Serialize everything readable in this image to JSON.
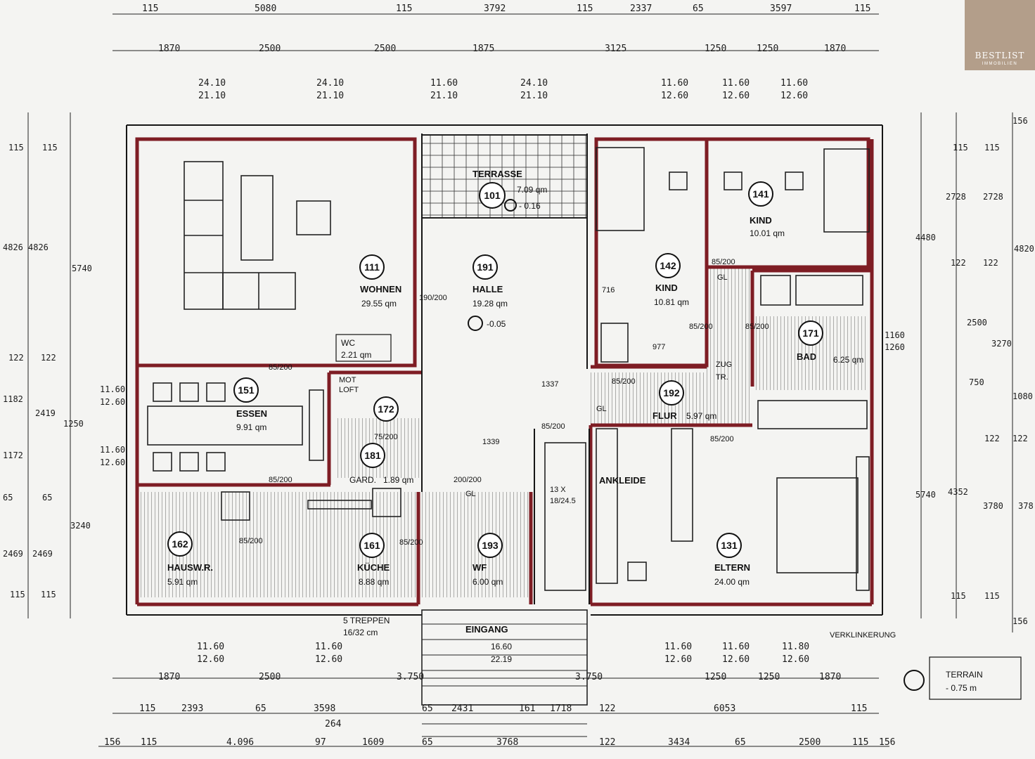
{
  "logo": {
    "name": "BESTLIST",
    "sub": "IMMOBILIEN"
  },
  "rooms": [
    {
      "id": "101",
      "name": "TERRASSE",
      "area": "7.09 qm",
      "level": "- 0.16"
    },
    {
      "id": "111",
      "name": "WOHNEN",
      "area": "29.55 qm"
    },
    {
      "id": "191",
      "name": "HALLE",
      "area": "19.28 qm",
      "level": "-0.05"
    },
    {
      "id": "142",
      "name": "KIND",
      "area": "10.81 qm"
    },
    {
      "id": "141",
      "name": "KIND",
      "area": "10.01 qm"
    },
    {
      "id": "171",
      "name": "BAD",
      "area": "6.25 qm"
    },
    {
      "id": "151",
      "name": "ESSEN",
      "area": "9.91 qm"
    },
    {
      "id": "172",
      "name": "",
      "area": ""
    },
    {
      "id": "181",
      "name": "GARD.",
      "area": "1.89 qm"
    },
    {
      "id": "192",
      "name": "FLUR",
      "area": "5.97 qm"
    },
    {
      "id": "162",
      "name": "HAUSW.R.",
      "area": "5.91 qm"
    },
    {
      "id": "161",
      "name": "KÜCHE",
      "area": "8.88 qm"
    },
    {
      "id": "193",
      "name": "WF",
      "area": "6.00 qm"
    },
    {
      "id": "131",
      "name": "ELTERN",
      "area": "24.00 qm"
    }
  ],
  "labels": {
    "wc": "WC",
    "wc_area": "2.21 qm",
    "ankleide": "ANKLEIDE",
    "zugtr": "ZUG",
    "zugtr2": "TR.",
    "mot": "MOT",
    "loft": "LOFT",
    "treppen": "5 TREPPEN",
    "treppen2": "16/32 cm",
    "eingang": "EINGANG",
    "stairs1": "13 X",
    "stairs2": "18/24.5",
    "verk": "VERKLINKERUNG",
    "terrain": "TERRAIN",
    "terrain_lvl": "- 0.75 m",
    "gl": "GL",
    "d1": "85/200",
    "d2": "190/200",
    "d3": "75/200",
    "d4": "200/200",
    "v977": "977",
    "v716": "716",
    "v1337": "1337",
    "v1339": "1339",
    "v264": "264",
    "e1660": "16.60",
    "e2219": "22.19"
  },
  "dims": {
    "top1": [
      "115",
      "5080",
      "115",
      "3792",
      "115",
      "2337",
      "65",
      "3597",
      "115"
    ],
    "top2": [
      "1870",
      "2500",
      "2500",
      "1875",
      "3125",
      "1250",
      "1250",
      "1870"
    ],
    "top3a": [
      "24.10",
      "24.10",
      "11.60",
      "24.10",
      "11.60",
      "11.60",
      "11.60"
    ],
    "top3b": [
      "21.10",
      "21.10",
      "21.10",
      "21.10",
      "12.60",
      "12.60",
      "12.60"
    ],
    "bot1a": [
      "11.60",
      "11.60",
      "11.60",
      "11.60",
      "11.80"
    ],
    "bot1b": [
      "12.60",
      "12.60",
      "12.60",
      "12.60",
      "12.60"
    ],
    "bot2": [
      "1870",
      "2500",
      "3.750",
      "3.750",
      "1250",
      "1250",
      "1870"
    ],
    "bot3": [
      "115",
      "2393",
      "65",
      "3598",
      "65",
      "2431",
      "161",
      "1718",
      "122",
      "6053",
      "115"
    ],
    "bot4": [
      "156",
      "115",
      "4.096",
      "97",
      "1609",
      "65",
      "3768",
      "122",
      "3434",
      "65",
      "2500",
      "115",
      "156"
    ],
    "left": [
      "115",
      "115",
      "4826",
      "4826",
      "5740",
      "122",
      "122",
      "1182",
      "2419",
      "1250",
      "1172",
      "65",
      "65",
      "3240",
      "2469",
      "2469",
      "115",
      "115"
    ],
    "lwin": [
      "11.60",
      "12.60",
      "11.60",
      "12.60"
    ],
    "right": [
      "156",
      "115",
      "115",
      "2728",
      "2728",
      "4480",
      "122",
      "122",
      "4820",
      "2500",
      "3270",
      "1160",
      "1260",
      "750",
      "1080",
      "122",
      "122",
      "5740",
      "4352",
      "3780",
      "378",
      "115",
      "115",
      "156"
    ]
  }
}
